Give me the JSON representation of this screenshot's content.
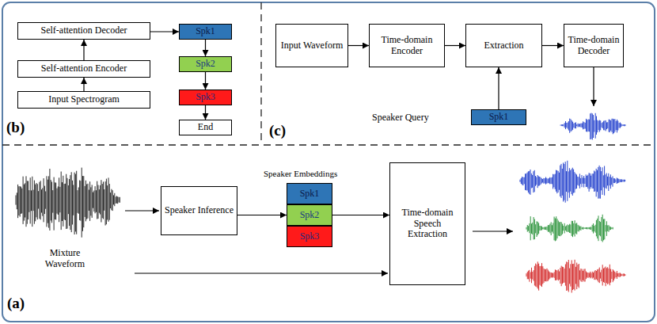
{
  "diagram": {
    "nodes": [
      {
        "text": [
          "Self-attention Decoder"
        ]
      },
      {
        "text": [
          "Spk1"
        ]
      },
      {
        "text": [
          "Self-attention Encoder"
        ]
      },
      {
        "text": [
          "Spk2"
        ]
      },
      {
        "text": [
          "Input Spectrogram"
        ]
      },
      {
        "text": [
          "Spk3"
        ]
      },
      {
        "text": [
          "End"
        ]
      },
      {
        "text": [
          "Input Waveform"
        ]
      },
      {
        "text": [
          "Time-domain Encoder"
        ]
      },
      {
        "text": [
          "Extraction"
        ]
      },
      {
        "text": [
          "Time-domain Decoder"
        ]
      },
      {
        "text": [
          "Spk1"
        ]
      },
      {
        "text": [
          "Speaker Inference"
        ]
      },
      {
        "text": [
          "Spk1"
        ]
      },
      {
        "text": [
          "Spk2"
        ]
      },
      {
        "text": [
          "Spk3"
        ]
      },
      {
        "text": [
          "Time-domain Speech Extraction"
        ]
      }
    ],
    "edges": [
      {
        "from": 4,
        "to": 2,
        "arrow": "to"
      },
      {
        "from": 2,
        "to": 0,
        "arrow": "to"
      },
      {
        "from": 0,
        "to": 1,
        "arrow": "to"
      },
      {
        "from": 1,
        "to": 3,
        "arrow": "to"
      },
      {
        "from": 3,
        "to": 5,
        "arrow": "to"
      },
      {
        "from": 5,
        "to": 6,
        "arrow": "to"
      },
      {
        "from": 7,
        "to": 8,
        "arrow": "to"
      },
      {
        "from": 8,
        "to": 9,
        "arrow": "to"
      },
      {
        "from": 9,
        "to": 10,
        "arrow": "to"
      },
      {
        "from": 11,
        "to": 9,
        "arrow": "to"
      },
      {
        "from": 12,
        "to": 14,
        "arrow": "to"
      },
      {
        "from": 14,
        "to": 16,
        "arrow": "to"
      }
    ],
    "labels": [
      "(b)",
      "(c)",
      "Speaker Query",
      "Speaker Embeddings",
      "Mixture Waveform",
      "(a)"
    ]
  }
}
